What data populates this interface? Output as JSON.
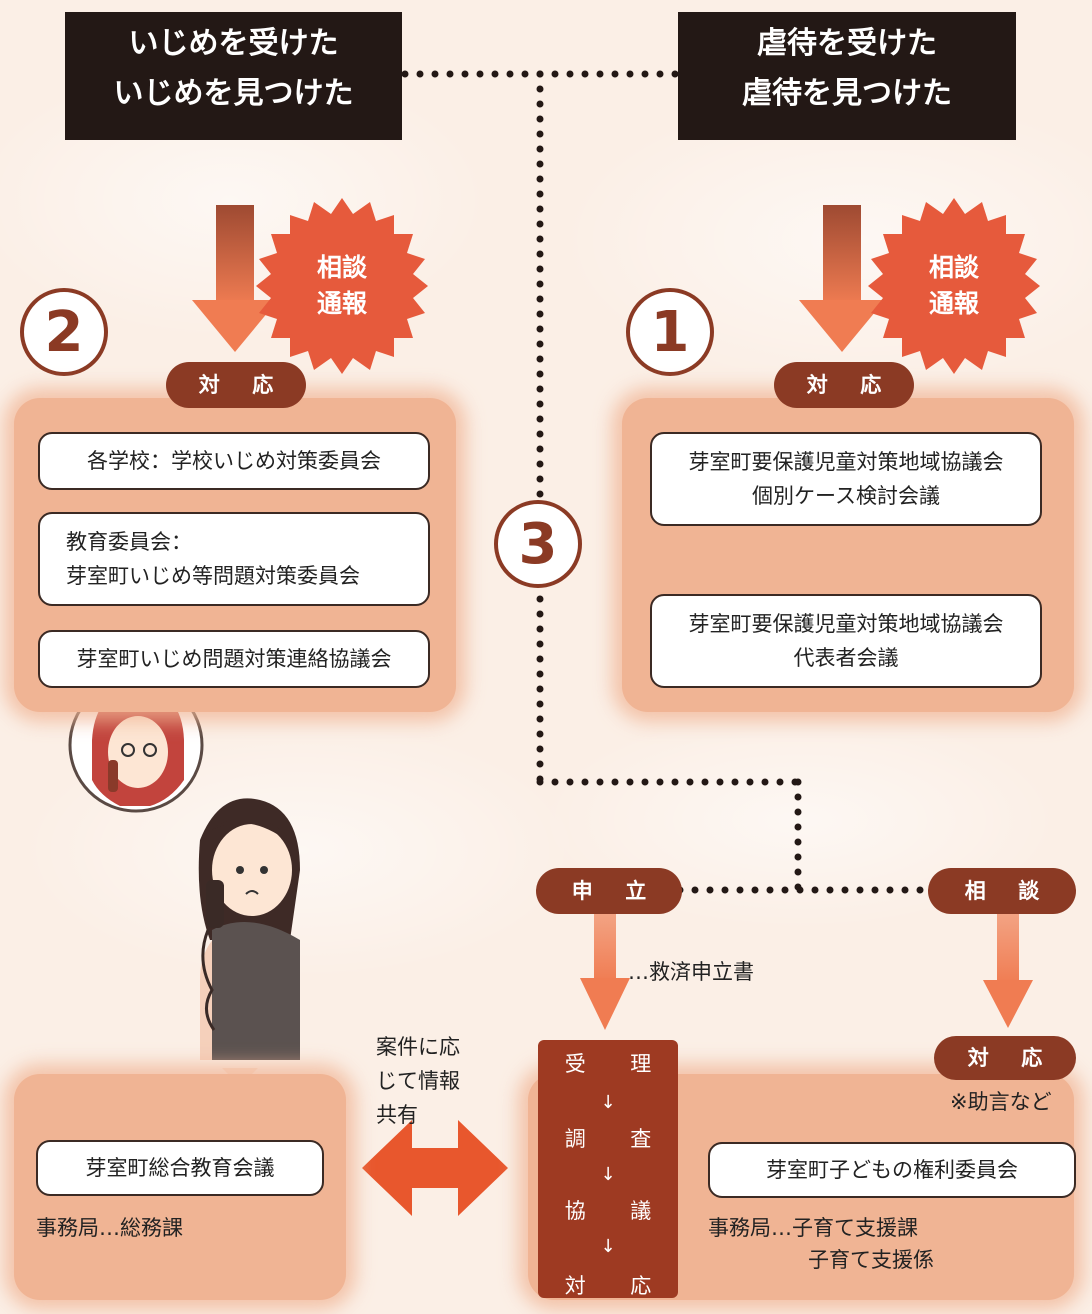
{
  "header_left": {
    "line1": "いじめを受けた",
    "line2": "いじめを見つけた"
  },
  "header_right": {
    "line1": "虐待を受けた",
    "line2": "虐待を見つけた"
  },
  "burst_left": {
    "line1": "相談",
    "line2": "通報"
  },
  "burst_right": {
    "line1": "相談",
    "line2": "通報"
  },
  "circle_numbers": {
    "two": "2",
    "one": "1",
    "three": "3"
  },
  "response_label_left": "対 応",
  "response_label_right": "対 応",
  "left_panel": {
    "items": [
      {
        "line1": "各学校：学校いじめ対策委員会"
      },
      {
        "line1": "教育委員会：",
        "line2": "芽室町いじめ等問題対策委員会"
      },
      {
        "line1": "芽室町いじめ問題対策連絡協議会"
      }
    ]
  },
  "right_panel": {
    "items": [
      {
        "line1": "芽室町要保護児童対策地域協議会",
        "line2": "個別ケース検討会議"
      },
      {
        "line1": "芽室町要保護児童対策地域協議会",
        "line2": "代表者会議"
      }
    ]
  },
  "petition": {
    "label": "申 立",
    "note": "…救済申立書"
  },
  "consultation": {
    "label": "相 談"
  },
  "process_steps": [
    "受 理",
    "調 査",
    "協 議",
    "対 応"
  ],
  "process_arrow": "↓",
  "share": {
    "line1": "案件に応",
    "line2": "じて情報",
    "line3": "共有"
  },
  "bottom_left": {
    "box": "芽室町総合教育会議",
    "office": "事務局…総務課"
  },
  "bottom_right": {
    "response_label": "対 応",
    "advice_note": "※助言など",
    "box": "芽室町子どもの権利委員会",
    "office_line1": "事務局…子育て支援課",
    "office_line2": "子育て支援係"
  },
  "colors": {
    "accent_dark": "#8b3a24",
    "header_bg": "#231815",
    "panel": "#f0b494",
    "arrow_gradient_top": "#9e4a32",
    "arrow_gradient_bottom": "#f07c52",
    "burst": "#e65a3c",
    "double_arrow": "#e8572d"
  }
}
